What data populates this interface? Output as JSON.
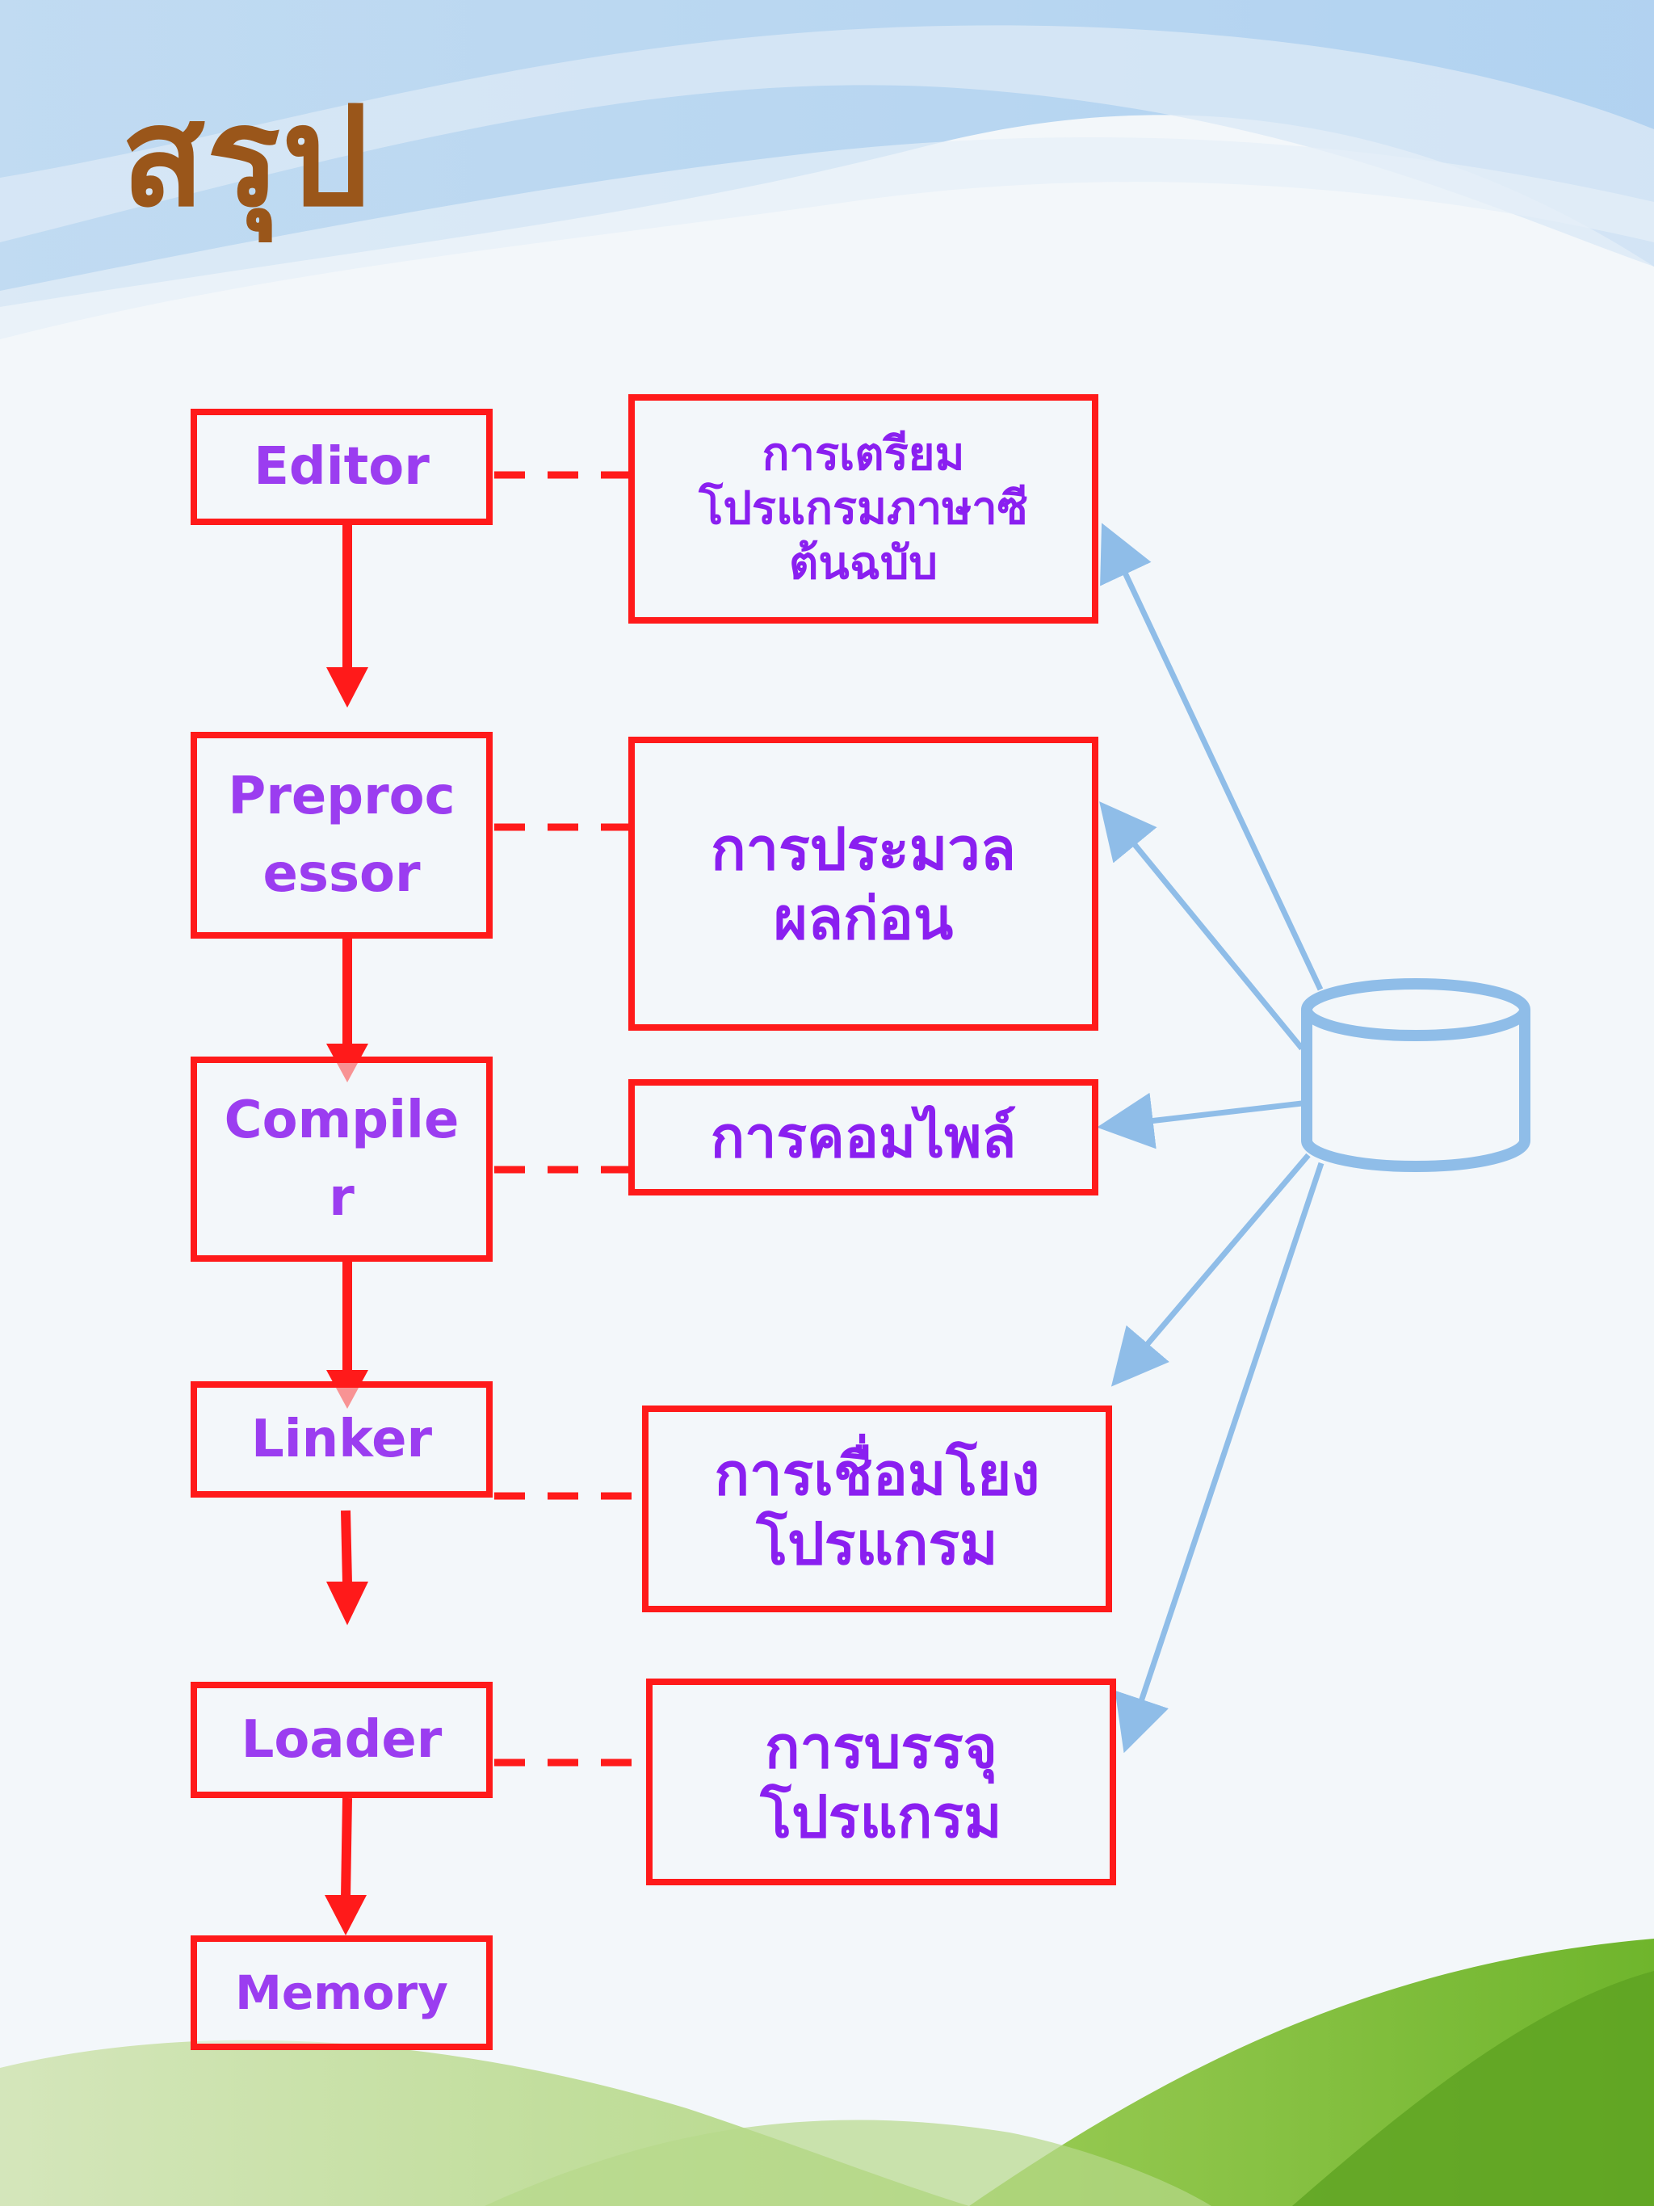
{
  "title": "สรุป",
  "colors": {
    "box_border": "#ff1a1a",
    "stage_text": "#9b3df0",
    "desc_text": "#8a1ff0",
    "title": "#9a561a",
    "connector": "#8fbde8",
    "flow_arrow": "#ff1a1a"
  },
  "stages": [
    {
      "label": "Editor"
    },
    {
      "label": "Preprocessor"
    },
    {
      "label": "Compiler"
    },
    {
      "label": "Linker"
    },
    {
      "label": "Loader"
    },
    {
      "label": "Memory"
    }
  ],
  "descriptions": [
    {
      "text": "การเตรียมโปรแกรมภาษาซีต้นฉบับ"
    },
    {
      "text": "การประมวลผลก่อน"
    },
    {
      "text": "การคอมไพล์"
    },
    {
      "text": "การเชื่อมโยงโปรแกรม"
    },
    {
      "text": "การบรรจุโปรแกรม"
    }
  ],
  "hub_icon": "database-cylinder-icon"
}
